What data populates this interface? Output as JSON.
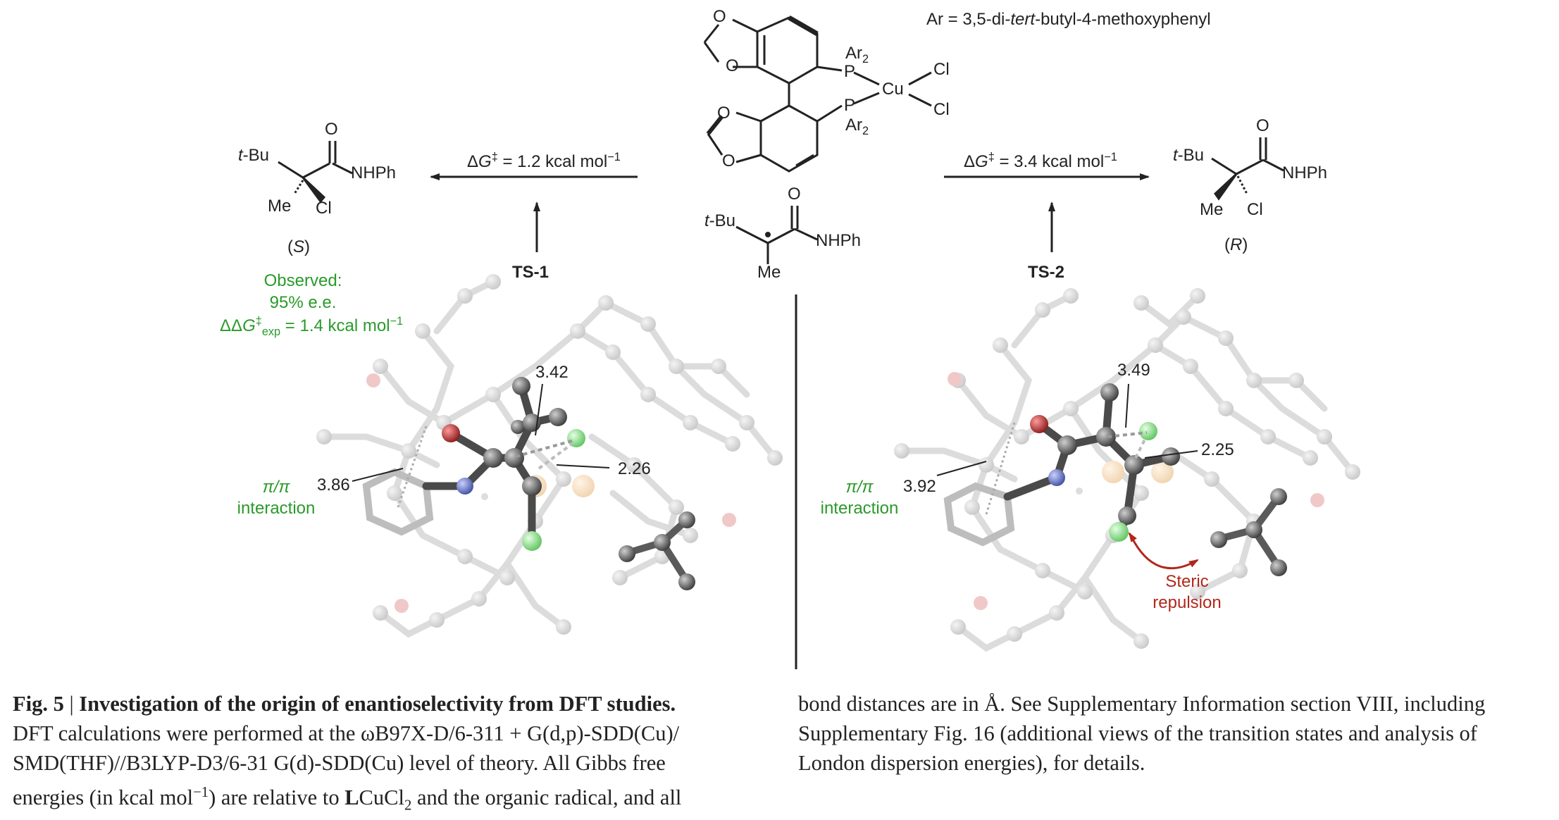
{
  "scheme": {
    "ar_definition": {
      "prefix": "Ar = 3,5-di-",
      "italic": "tert",
      "suffix": "-butyl-4-methoxyphenyl"
    },
    "ligand_labels": {
      "ar2_top": "Ar",
      "ar2_bottom": "Ar",
      "sub2": "2",
      "p_top": "P",
      "p_bottom": "P",
      "cu": "Cu",
      "cl_top": "Cl",
      "cl_bottom": "Cl"
    },
    "left_arrow": {
      "delta": "Δ",
      "g": "G",
      "dagger": "‡",
      "value": " = 1.2 kcal mol",
      "exp": "−1"
    },
    "right_arrow": {
      "delta": "Δ",
      "g": "G",
      "dagger": "‡",
      "value": " = 3.4 kcal mol",
      "exp": "−1"
    },
    "product_s": {
      "tbu": "t",
      "tbu_rest": "-Bu",
      "o": "O",
      "nhph": "NHPh",
      "me": "Me",
      "cl": "Cl",
      "config_open": "(",
      "config": "S",
      "config_close": ")"
    },
    "product_r": {
      "tbu": "t",
      "tbu_rest": "-Bu",
      "o": "O",
      "nhph": "NHPh",
      "me": "Me",
      "cl": "Cl",
      "config_open": "(",
      "config": "R",
      "config_close": ")"
    },
    "radical": {
      "tbu": "t",
      "tbu_rest": "-Bu",
      "o": "O",
      "nhph": "NHPh",
      "me": "Me"
    },
    "ts1": "TS-1",
    "ts2": "TS-2",
    "observed": {
      "line1": "Observed:",
      "line2": "95% e.e.",
      "ddg": "ΔΔ",
      "g": "G",
      "dagger": "‡",
      "sub": "exp",
      "value": " = 1.4 kcal mol",
      "exp": "−1"
    }
  },
  "structures": {
    "left": {
      "pi": "π/π",
      "interaction": "interaction",
      "d1": "3.42",
      "d2": "2.26",
      "d3": "3.86"
    },
    "right": {
      "pi": "π/π",
      "interaction": "interaction",
      "d1": "3.49",
      "d2": "2.25",
      "d3": "3.92",
      "steric1": "Steric",
      "steric2": "repulsion"
    }
  },
  "caption": {
    "fig": "Fig. 5",
    "sep": " | ",
    "title": "Investigation of the origin of enantioselectivity from DFT studies.",
    "left_line1": "DFT calculations were performed at the ωB97X-D/6-311 + G(d,p)-SDD(Cu)/",
    "left_line2": "SMD(THF)//B3LYP-D3/6-31 G(d)-SDD(Cu) level of theory. All Gibbs free",
    "left_line3a": "energies (in kcal mol",
    "left_line3_exp": "−1",
    "left_line3b": ") are relative to ",
    "left_line3_bold": "L",
    "left_line3c": "CuCl",
    "left_line3_sub": "2",
    "left_line3d": " and the organic radical, and all",
    "right_line1": "bond distances are in Å. See Supplementary Information section VIII, including",
    "right_line2": "Supplementary Fig. 16 (additional views of the transition states and analysis of",
    "right_line3": "London dispersion energies), for details."
  },
  "colors": {
    "green": "#2a9a2a",
    "red": "#b0281c",
    "carbon": "#6e6e6e",
    "chlorine": "#8fdc8f",
    "oxygen": "#b03030",
    "nitrogen": "#6070b8",
    "faded": "#cccccc"
  }
}
